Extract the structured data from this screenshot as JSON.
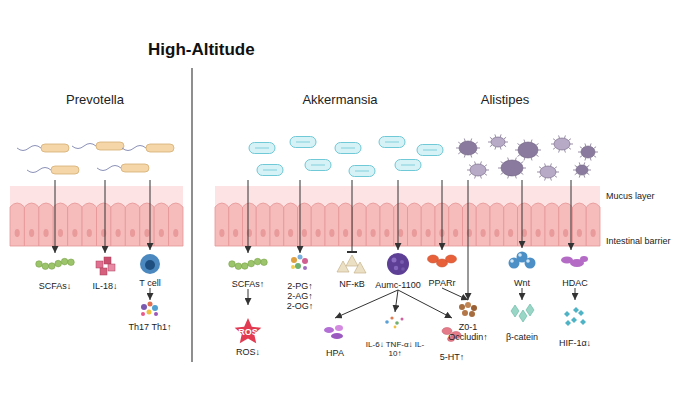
{
  "diagram": {
    "title": "High-Altitude",
    "nodes": [
      {
        "text": [
          "Prevotella"
        ]
      },
      {
        "text": [
          "Akkermansia"
        ]
      },
      {
        "text": [
          "Alistipes"
        ]
      },
      {
        "text": [
          "SCFAs↓"
        ]
      },
      {
        "text": [
          "IL-18↓"
        ]
      },
      {
        "text": [
          "T cell"
        ]
      },
      {
        "text": [
          "Th17 Th1↑"
        ]
      },
      {
        "text": [
          "SCFAs↑"
        ]
      },
      {
        "text": [
          "2-PG↑ 2-AG↑ 2-OG↑"
        ]
      },
      {
        "text": [
          "NF-κB"
        ]
      },
      {
        "text": [
          "Aumc-1100"
        ]
      },
      {
        "text": [
          "PPARr"
        ]
      },
      {
        "text": [
          "Z0-1 Occludin↑"
        ]
      },
      {
        "text": [
          "Wnt"
        ]
      },
      {
        "text": [
          "HDAC"
        ]
      },
      {
        "text": [
          "ROS",
          "ROS↓"
        ]
      },
      {
        "text": [
          "β-catein"
        ]
      },
      {
        "text": [
          "HIF-1α↓"
        ]
      },
      {
        "text": [
          "HPA"
        ]
      },
      {
        "text": [
          "IL-6↓ TNF-α↓ IL-10↑"
        ]
      },
      {
        "text": [
          "5-HT↑"
        ]
      }
    ],
    "edges": [
      {
        "from": 0,
        "to": 3,
        "arrow": "to"
      },
      {
        "from": 0,
        "to": 4,
        "arrow": "to"
      },
      {
        "from": 0,
        "to": 5,
        "arrow": "to"
      },
      {
        "from": 5,
        "to": 6,
        "arrow": "to"
      },
      {
        "from": 1,
        "to": 7,
        "arrow": "to"
      },
      {
        "from": 7,
        "to": 15,
        "arrow": "to"
      },
      {
        "from": 1,
        "to": 8,
        "arrow": "to"
      },
      {
        "from": 1,
        "to": 9,
        "arrow": "none"
      },
      {
        "from": 1,
        "to": 10,
        "arrow": "to"
      },
      {
        "from": 1,
        "to": 11,
        "arrow": "to"
      },
      {
        "from": 10,
        "to": 18,
        "arrow": "to"
      },
      {
        "from": 10,
        "to": 19,
        "arrow": "to"
      },
      {
        "from": 10,
        "to": 20,
        "arrow": "to"
      },
      {
        "from": 11,
        "to": 12,
        "arrow": "to"
      },
      {
        "from": 2,
        "to": 12,
        "arrow": "to"
      },
      {
        "from": 2,
        "to": 13,
        "arrow": "to"
      },
      {
        "from": 2,
        "to": 14,
        "arrow": "to"
      },
      {
        "from": 13,
        "to": 16,
        "arrow": "to"
      },
      {
        "from": 14,
        "to": 17,
        "arrow": "to"
      }
    ],
    "labels": [
      "Mucus layer",
      "Intestinal barrier"
    ]
  }
}
